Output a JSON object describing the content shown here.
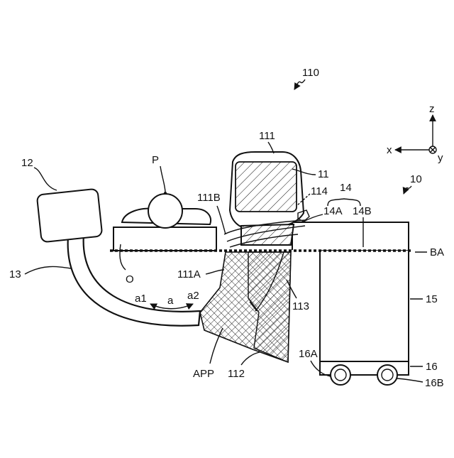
{
  "labels": {
    "device": "110",
    "axis_z": "z",
    "axis_x": "x",
    "axis_y": "y",
    "unit_10": "10",
    "display_group": "111",
    "screen": "11",
    "monitor": "12",
    "patient": "P",
    "ref_114": "114",
    "ref_14": "14",
    "ref_14A": "14A",
    "ref_14B": "14B",
    "ref_111B": "111B",
    "baseline": "BA",
    "arm": "13",
    "origin": "O",
    "ref_111A": "111A",
    "ref_a1": "a1",
    "ref_a": "a",
    "ref_a2": "a2",
    "ref_113": "113",
    "ref_15": "15",
    "ref_16A": "16A",
    "ref_16": "16",
    "ref_16B": "16B",
    "app": "APP",
    "ref_112": "112"
  },
  "colors": {
    "ink": "#111111",
    "paper": "#ffffff"
  }
}
